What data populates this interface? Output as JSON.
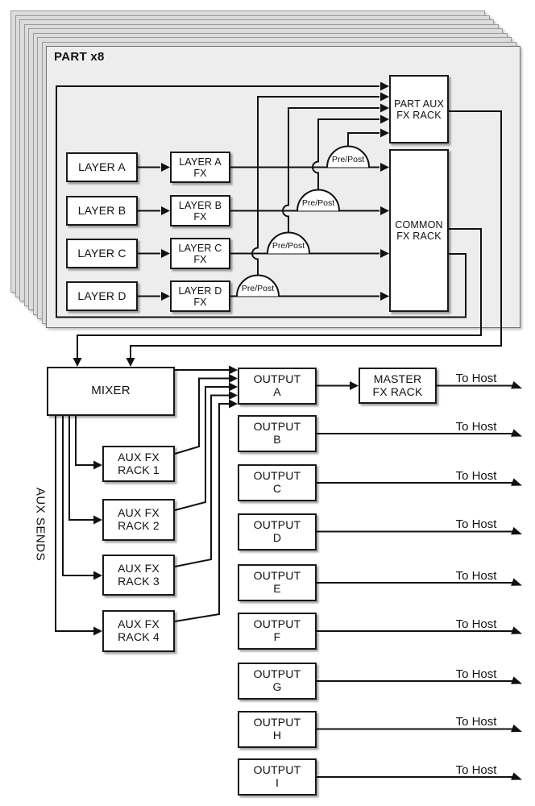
{
  "part_panel": {
    "title": "PART x8",
    "layers": [
      {
        "name": "LAYER A",
        "fx": "LAYER A\nFX",
        "switch": "Pre/Post"
      },
      {
        "name": "LAYER B",
        "fx": "LAYER B\nFX",
        "switch": "Pre/Post"
      },
      {
        "name": "LAYER C",
        "fx": "LAYER C\nFX",
        "switch": "Pre/Post"
      },
      {
        "name": "LAYER D",
        "fx": "LAYER D\nFX",
        "switch": "Pre/Post"
      }
    ],
    "part_aux_fx_rack": "PART AUX\nFX RACK",
    "common_fx_rack": "COMMON\nFX RACK"
  },
  "mixer": {
    "label": "MIXER",
    "aux_sends_label": "AUX SENDS"
  },
  "aux_fx_racks": [
    {
      "label": "AUX FX\nRACK 1"
    },
    {
      "label": "AUX FX\nRACK 2"
    },
    {
      "label": "AUX FX\nRACK 3"
    },
    {
      "label": "AUX FX\nRACK 4"
    }
  ],
  "master_fx_rack": {
    "label": "MASTER\nFX RACK",
    "to_host": "To Host"
  },
  "outputs": [
    {
      "label": "OUTPUT\nA",
      "to_host": "To Host"
    },
    {
      "label": "OUTPUT\nB",
      "to_host": "To Host"
    },
    {
      "label": "OUTPUT\nC",
      "to_host": "To Host"
    },
    {
      "label": "OUTPUT\nD",
      "to_host": "To Host"
    },
    {
      "label": "OUTPUT\nE",
      "to_host": "To Host"
    },
    {
      "label": "OUTPUT\nF",
      "to_host": "To Host"
    },
    {
      "label": "OUTPUT\nG",
      "to_host": "To Host"
    },
    {
      "label": "OUTPUT\nH",
      "to_host": "To Host"
    },
    {
      "label": "OUTPUT\nI",
      "to_host": "To Host"
    }
  ],
  "colors": {
    "line": "#111111",
    "box_border": "#1a1a1a",
    "panel_front": "#ededed",
    "panel_back": "#dcdcdc"
  }
}
